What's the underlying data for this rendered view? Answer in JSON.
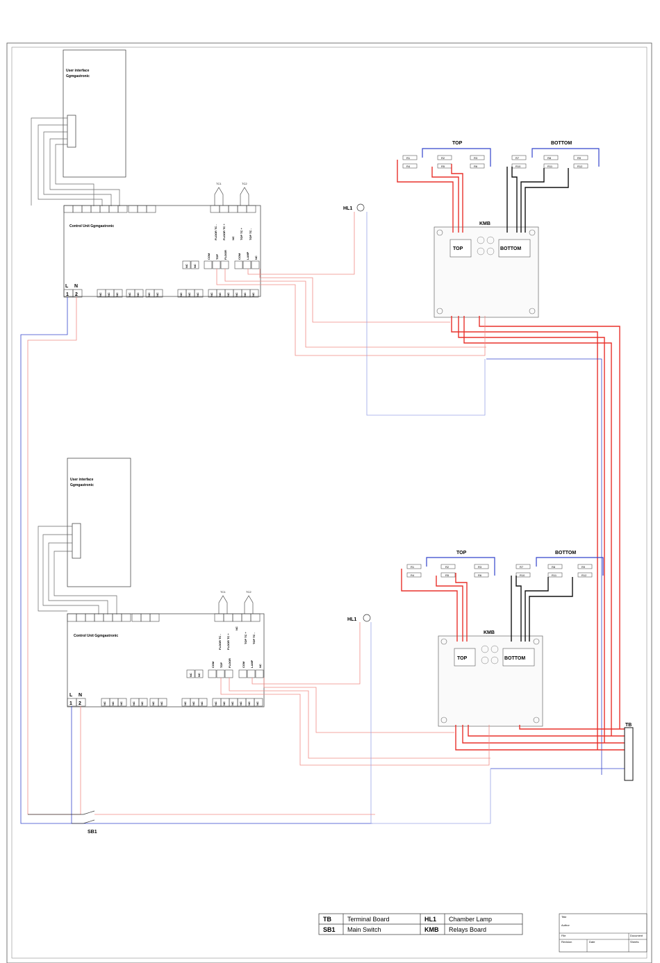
{
  "diagram": {
    "upper": {
      "user_interface": "User interface\nGgmgastronic",
      "control_unit": "Control Unit Ggmgastronic",
      "tc1": "TC1",
      "tc2": "TC2",
      "hl1": "HL1",
      "kmb": "KMB",
      "top": "TOP",
      "bottom": "BOTTOM",
      "power_terminals": [
        "L",
        "N",
        "1",
        "2"
      ],
      "thermocouple_terminals": [
        "FLOOR TC -",
        "FLOOR TC +",
        "NC",
        "TOP TC +",
        "TOP TC -"
      ],
      "relay_terminals": [
        "COM",
        "TOP",
        "FLOOR",
        "COM",
        "LAMP",
        "NC"
      ],
      "resistors_top": [
        "R1",
        "R2",
        "R3",
        "R4",
        "R5",
        "R6"
      ],
      "resistors_bottom": [
        "R7",
        "R8",
        "R9",
        "R10",
        "R11",
        "R12"
      ]
    },
    "lower": {
      "user_interface": "User interface\nGgmgastronic",
      "control_unit": "Control Unit Ggmgastronic",
      "tc1": "TC1",
      "tc2": "TC2",
      "hl1": "HL1",
      "kmb": "KMB",
      "top": "TOP",
      "bottom": "BOTTOM",
      "resistors_top": [
        "R1",
        "R2",
        "R3",
        "R4",
        "R5",
        "R6"
      ],
      "resistors_bottom": [
        "R7",
        "R8",
        "R9",
        "R10",
        "R11",
        "R12"
      ]
    },
    "nc_label": "NC",
    "sb1": "SB1",
    "tb": "TB"
  },
  "legend": {
    "rows": [
      {
        "code1": "TB",
        "desc1": "Terminal Board",
        "code2": "HL1",
        "desc2": "Chamber Lamp"
      },
      {
        "code1": "SB1",
        "desc1": "Main Switch",
        "code2": "KMB",
        "desc2": "Relays Board"
      }
    ]
  },
  "title_block": {
    "title_label": "Title",
    "author_label": "Author",
    "file_label": "File",
    "revision_label": "Revision",
    "date_label": "Date",
    "document_label": "Document",
    "sheets_label": "Sheets"
  },
  "colors": {
    "wire_red": "#e8302a",
    "wire_red_light": "#f08a84",
    "wire_blue": "#3344cc",
    "wire_blue_light": "#9aa5e6",
    "wire_black": "#111111",
    "wire_grey": "#666666"
  }
}
